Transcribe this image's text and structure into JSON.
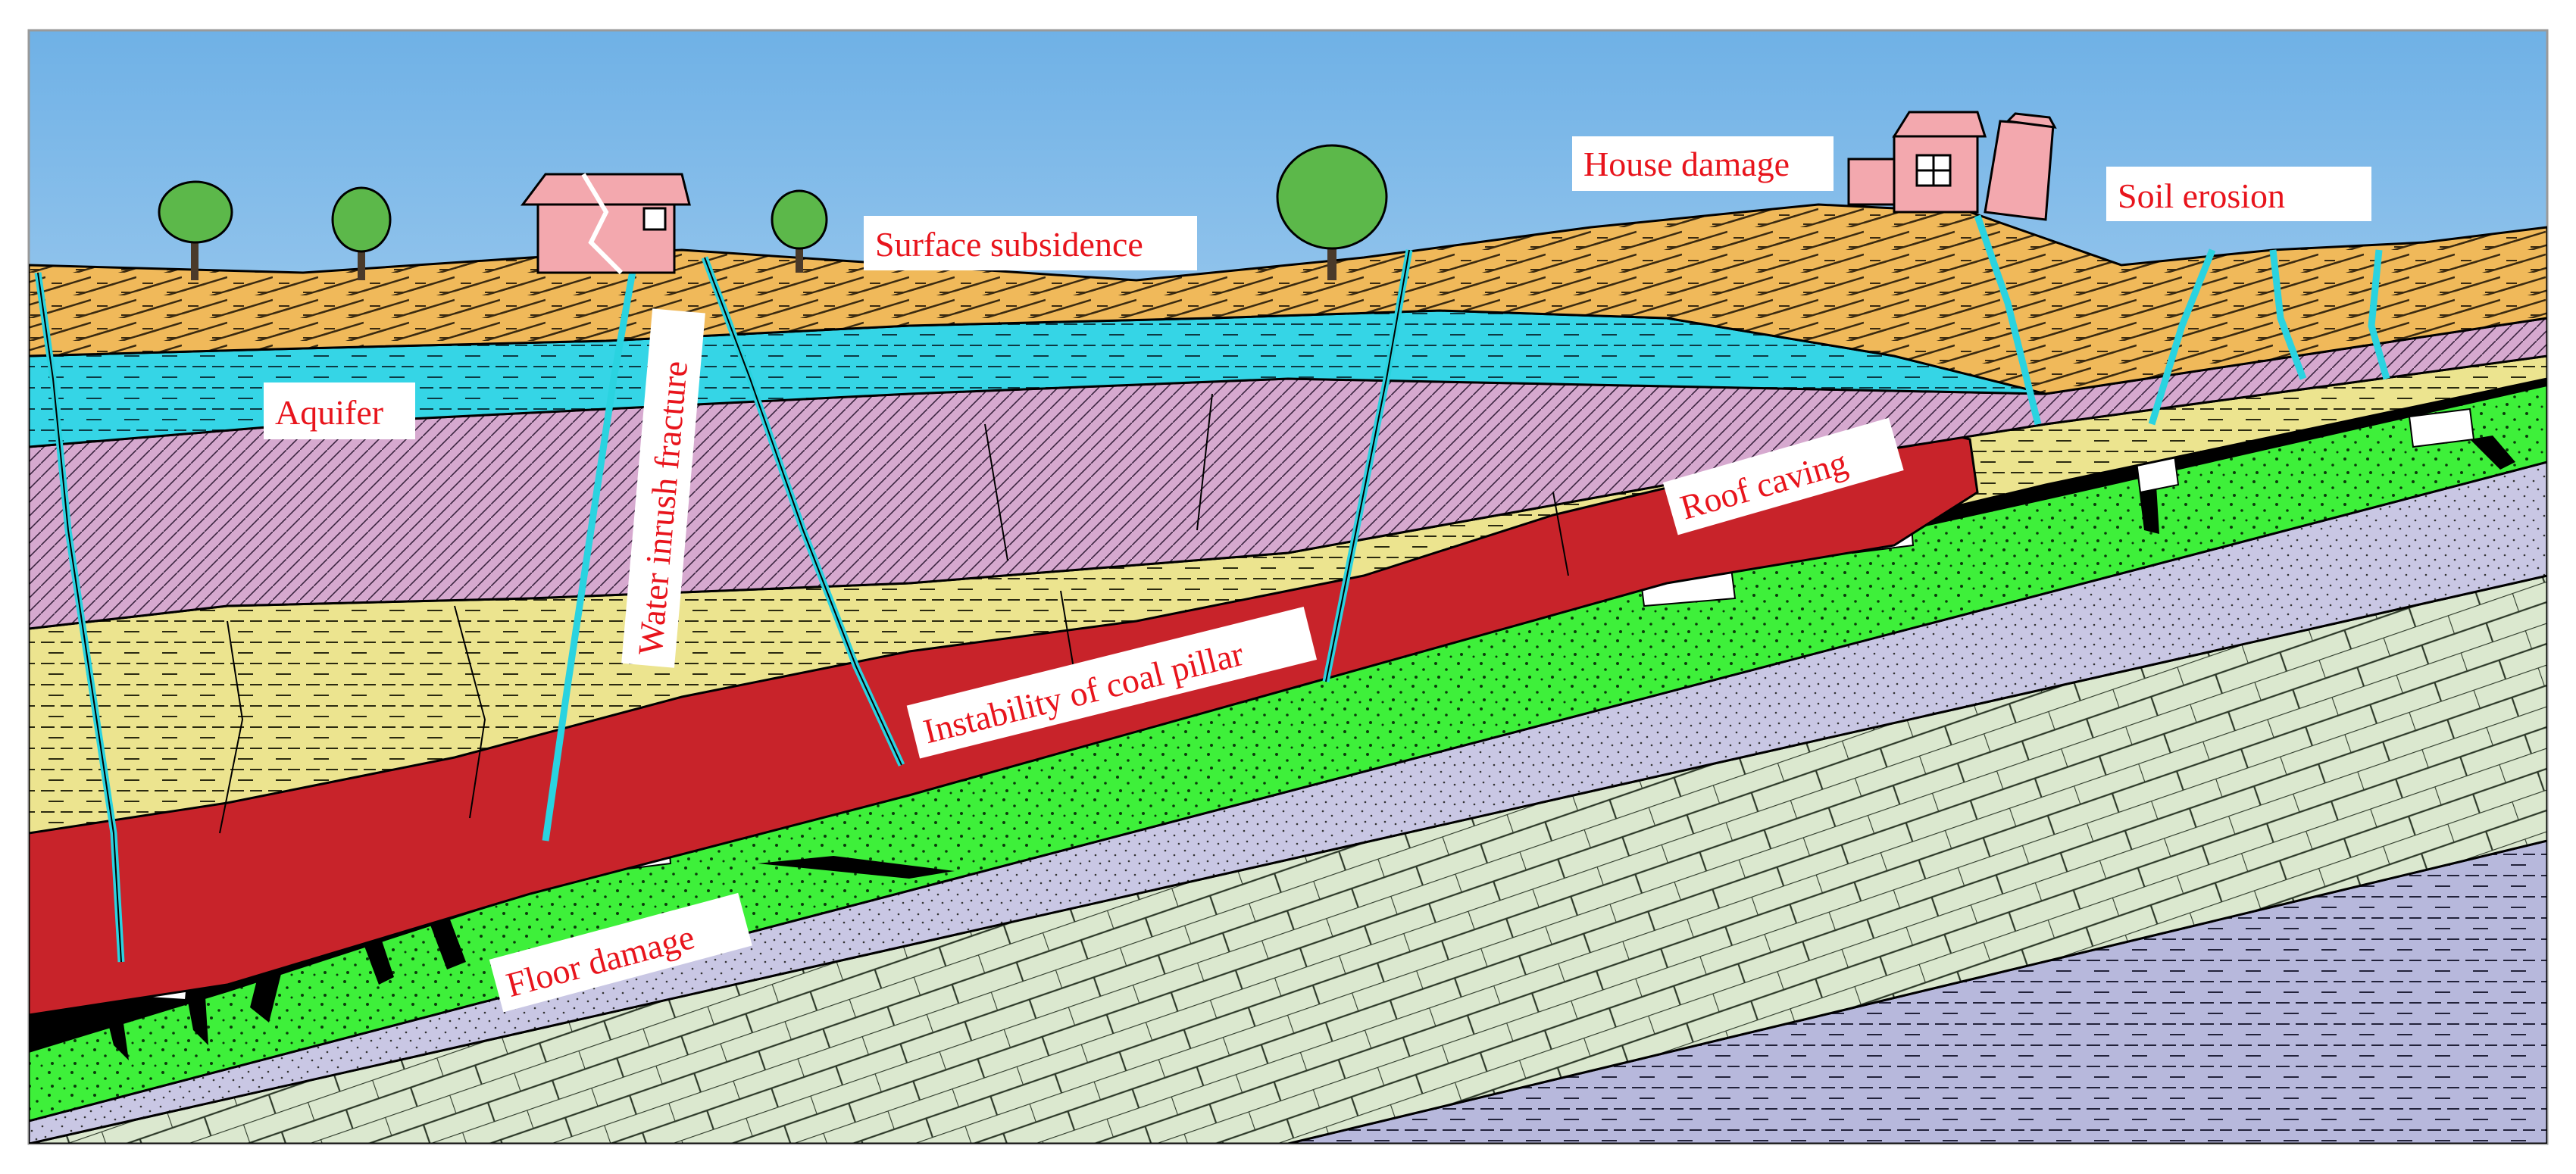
{
  "labels": {
    "surface_subsidence": "Surface subsidence",
    "house_damage": "House damage",
    "soil_erosion": "Soil erosion",
    "aquifer": "Aquifer",
    "water_inrush_fracture": "Water inrush fracture",
    "roof_caving": "Roof  caving",
    "instability_coal_pillar": "Instability of coal pillar",
    "floor_damage": "Floor damage"
  },
  "colors": {
    "label_text": "#e8141c",
    "sky_top": "#6fb1e6",
    "sky_bottom": "#ffffff",
    "topsoil": "#f0b95a",
    "aquifer": "#35d5e6",
    "mudstone_purple": "#d6a9cf",
    "sandstone_yellow": "#ece48f",
    "caving_red": "#c8232a",
    "coal_black": "#000000",
    "floor_green": "#3ef03a",
    "floor_lavender": "#c9c7e4",
    "limestone": "#dbe8cf",
    "deep_layer": "#b7b8dc",
    "fracture": "#2ad3e0",
    "house_pink": "#f3a8ae",
    "tree_green": "#5cb84a"
  },
  "icons": [
    "tree-icon",
    "house-icon",
    "cracked-house-icon",
    "fracture-icon"
  ]
}
